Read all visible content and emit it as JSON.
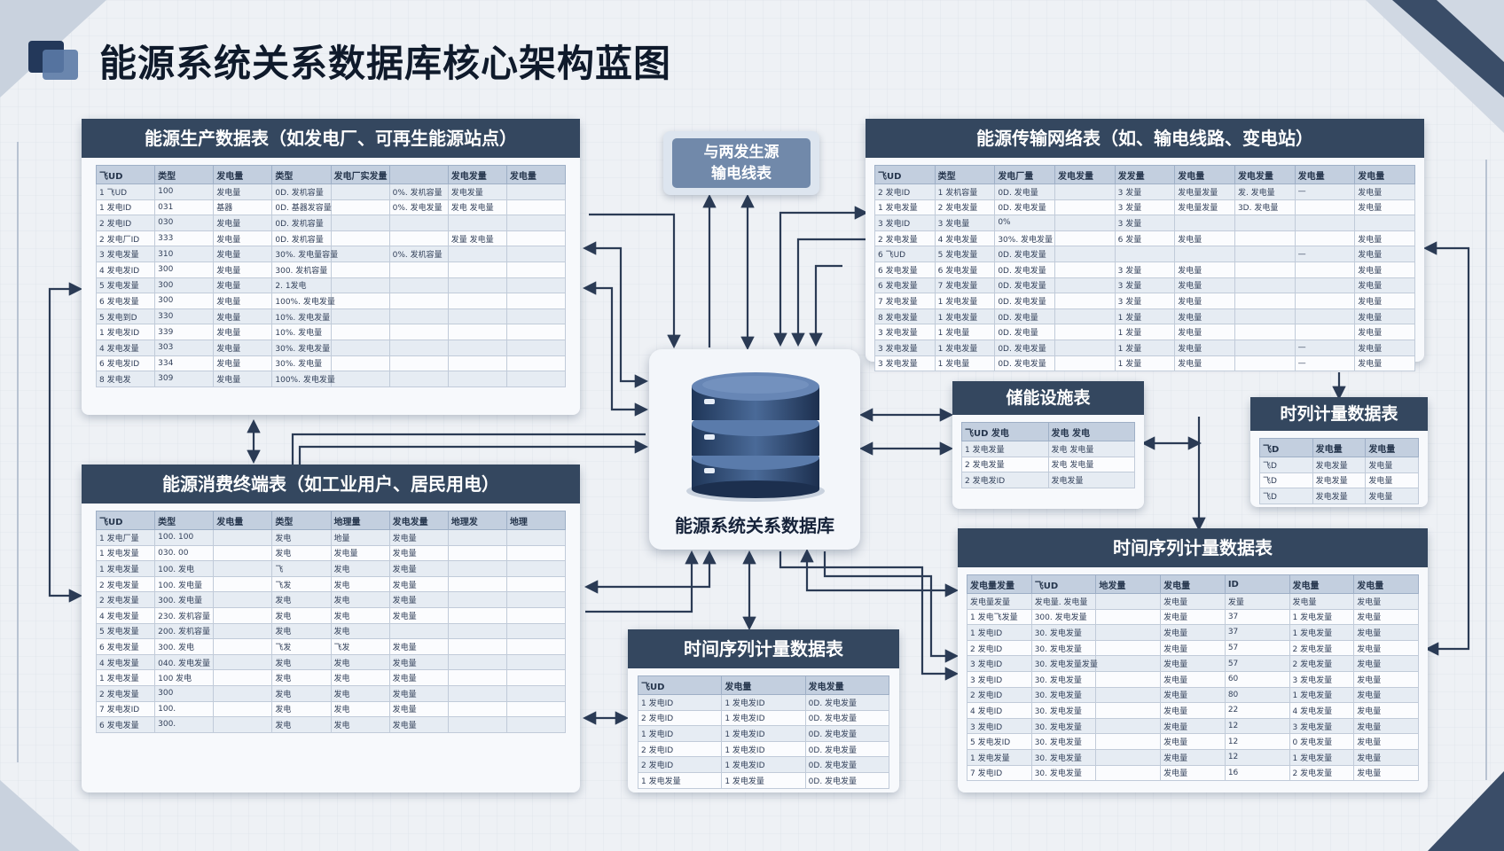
{
  "title": "能源系统关系数据库核心架构蓝图",
  "center": {
    "label": "能源系统关系数据库"
  },
  "tag": {
    "line1": "与两发生源",
    "line2": "输电线表"
  },
  "panels": {
    "production": {
      "title": "能源生产数据表（如发电厂、可再生能源站点）",
      "headers": [
        "飞UD",
        "类型",
        "发电量",
        "类型",
        "发电厂实发量",
        "",
        "发电发量",
        "发电量"
      ],
      "rows": [
        [
          "1 飞UD",
          "100",
          "发电量",
          "0D. 发机容量",
          "",
          "0%. 发机容量",
          "发电发量"
        ],
        [
          "1 发电ID",
          "031",
          "基器",
          "0D. 基器发容量",
          "",
          "0%. 发电发量",
          "发电 发电量"
        ],
        [
          "2 发电ID",
          "030",
          "发电量",
          "0D. 发机容量",
          "",
          "",
          ""
        ],
        [
          "2 发电厂ID",
          "333",
          "发电量",
          "0D. 发机容量",
          "",
          "",
          "发量 发电量"
        ],
        [
          "3 发电发量",
          "310",
          "发电量",
          "30%. 发电量容量",
          "",
          "0%. 发机容量",
          ""
        ],
        [
          "4 发电发ID",
          "300",
          "发电量",
          "300. 发机容量",
          "",
          "",
          ""
        ],
        [
          "5 发电发量",
          "300",
          "发电量",
          "2. 1发电",
          "",
          "",
          ""
        ],
        [
          "6 发电发量",
          "300",
          "发电量",
          "100%. 发电发量",
          "",
          "",
          ""
        ],
        [
          "5 发电到D",
          "330",
          "发电量",
          "10%. 发电发量",
          "",
          "",
          ""
        ],
        [
          "1 发电发ID",
          "339",
          "发电量",
          "10%. 发电量",
          "",
          "",
          ""
        ],
        [
          "4 发电发量",
          "303",
          "发电量",
          "30%. 发电发量",
          "",
          "",
          ""
        ],
        [
          "6 发电发ID",
          "334",
          "发电量",
          "30%. 发电量",
          "",
          "",
          ""
        ],
        [
          "8 发电发",
          "309",
          "发电量",
          "100%. 发电发量",
          "",
          "",
          ""
        ]
      ]
    },
    "transmission": {
      "title": "能源传输网络表（如、输电线路、变电站）",
      "headers": [
        "飞UD",
        "类型",
        "发电厂量",
        "发电发量",
        "发发量",
        "发电量",
        "发电发量",
        "发电量",
        "发电量"
      ],
      "rows": [
        [
          "2 发电ID",
          "1 发机容量",
          "0D. 发电量",
          "",
          "3 发量",
          "发电量发量",
          "发. 发电量",
          "—",
          "发电量"
        ],
        [
          "1 发电发量",
          "2 发电发量",
          "0D. 发电发量",
          "",
          "3 发量",
          "发电量发量",
          "3D. 发电量",
          "",
          "发电量"
        ],
        [
          "3 发电ID",
          "3 发电量",
          "0%",
          "",
          "3 发量",
          "",
          "",
          "",
          ""
        ],
        [
          "2 发电发量",
          "4 发电发量",
          "30%. 发电发量",
          "",
          "6 发量",
          "发电量",
          "",
          "",
          "发电量"
        ],
        [
          "6 飞UD",
          "5 发电发量",
          "0D. 发电发量",
          "",
          "",
          "",
          "",
          "—",
          "发电量"
        ],
        [
          "6 发电发量",
          "6 发电发量",
          "0D. 发电发量",
          "",
          "3 发量",
          "发电量",
          "",
          "",
          "发电量"
        ],
        [
          "6 发电发量",
          "7 发电发量",
          "0D. 发电发量",
          "",
          "3 发量",
          "发电量",
          "",
          "",
          "发电量"
        ],
        [
          "7 发电发量",
          "1 发电发量",
          "0D. 发电发量",
          "",
          "3 发量",
          "发电量",
          "",
          "",
          "发电量"
        ],
        [
          "8 发电发量",
          "1 发电发量",
          "0D. 发电量",
          "",
          "1 发量",
          "发电量",
          "",
          "",
          "发电量"
        ],
        [
          "3 发电发量",
          "1 发电量",
          "0D. 发电量",
          "",
          "1 发量",
          "发电量",
          "",
          "",
          "发电量"
        ],
        [
          "3 发电发量",
          "1 发电发量",
          "0D. 发电发量",
          "",
          "1 发量",
          "发电量",
          "",
          "—",
          "发电量"
        ],
        [
          "3 发电发量",
          "1 发电量",
          "0D. 发电发量",
          "",
          "1 发量",
          "发电量",
          "",
          "—",
          "发电量"
        ]
      ]
    },
    "consumption": {
      "title": "能源消费终端表（如工业用户、居民用电）",
      "headers": [
        "飞UD",
        "类型",
        "发电量",
        "类型",
        "地理量",
        "发电发量",
        "地理发",
        "地理"
      ],
      "rows": [
        [
          "1 发电厂量",
          "100. 100",
          "",
          "发电",
          "地量",
          "发电量",
          "",
          ""
        ],
        [
          "1 发电发量",
          "030. 00",
          "",
          "发电",
          "发电量",
          "发电量",
          "",
          ""
        ],
        [
          "1 发电发量",
          "100. 发电",
          "",
          "飞",
          "发电",
          "发电量",
          "",
          ""
        ],
        [
          "2 发电发量",
          "100. 发电量",
          "",
          "飞发",
          "发电",
          "发电量",
          "",
          ""
        ],
        [
          "2 发电发量",
          "300. 发电量",
          "",
          "发电",
          "发电",
          "发电量",
          "",
          ""
        ],
        [
          "4 发电发量",
          "230. 发机容量",
          "",
          "发电",
          "发电",
          "发电量",
          "",
          ""
        ],
        [
          "5 发电发量",
          "200. 发机容量",
          "",
          "发电",
          "发电",
          "",
          "",
          ""
        ],
        [
          "6 发电发量",
          "300. 发电",
          "",
          "飞发",
          "飞发",
          "发电量",
          "",
          ""
        ],
        [
          "4 发电发量",
          "040. 发电发量",
          "",
          "发电",
          "发电",
          "发电量",
          "",
          ""
        ],
        [
          "1 发电发量",
          "100 发电",
          "",
          "发电",
          "发电",
          "发电量",
          "",
          ""
        ],
        [
          "2 发电发量",
          "300",
          "",
          "发电",
          "发电",
          "发电量",
          "",
          ""
        ],
        [
          "7 发电发ID",
          "100.",
          "",
          "发电",
          "发电",
          "发电量",
          "",
          ""
        ],
        [
          "6 发电发量",
          "300.",
          "",
          "发电",
          "发电",
          "发电量",
          "",
          ""
        ]
      ]
    },
    "storage": {
      "title": "储能设施表",
      "headers": [
        "飞UD 发电",
        "发电 发电"
      ],
      "rows": [
        [
          "1 发电发量",
          "发电 发电量"
        ],
        [
          "2 发电发量",
          "发电 发电量"
        ],
        [
          "2 发电发ID",
          "发电发量"
        ]
      ]
    },
    "metering_small": {
      "title": "时列计量数据表",
      "headers": [
        "飞D",
        "发电量",
        "发电量"
      ],
      "rows": [
        [
          "飞D",
          "发电发量",
          "发电量"
        ],
        [
          "飞D",
          "发电发量",
          "发电量"
        ],
        [
          "飞D",
          "发电发量",
          "发电量"
        ]
      ]
    },
    "timeseries_mid": {
      "title": "时间序列计量数据表",
      "headers": [
        "飞UD",
        "发电量",
        "发电发量"
      ],
      "rows": [
        [
          "1 发电ID",
          "1 发电发ID",
          "0D. 发电发量"
        ],
        [
          "2 发电ID",
          "1 发电发ID",
          "0D. 发电发量"
        ],
        [
          "1 发电ID",
          "1 发电发ID",
          "0D. 发电发量"
        ],
        [
          "2 发电ID",
          "1 发电发ID",
          "0D. 发电发量"
        ],
        [
          "2 发电ID",
          "1 发电发ID",
          "0D. 发电发量"
        ],
        [
          "1 发电发量",
          "1 发电发量",
          "0D. 发电发量"
        ]
      ]
    },
    "timeseries_big": {
      "title": "时间序列计量数据表",
      "headers": [
        "发电量发量",
        "飞UD",
        "地发量",
        "发电量",
        "ID",
        "发电量",
        "发电量"
      ],
      "rows": [
        [
          "发电量发量",
          "发电量. 发电量",
          "",
          "发电量",
          "发量",
          "发电量",
          "发电量"
        ],
        [
          "1 发电飞发量",
          "300. 发电发量",
          "",
          "发电量",
          "37",
          "1 发电发量",
          "发电量"
        ],
        [
          "1 发电ID",
          "30. 发电发量",
          "",
          "发电量",
          "37",
          "1 发电发量",
          "发电量"
        ],
        [
          "2 发电ID",
          "30. 发电发量",
          "",
          "发电量",
          "57",
          "2 发电发量",
          "发电量"
        ],
        [
          "3 发电ID",
          "30. 发电发量发量",
          "",
          "发电量",
          "57",
          "2 发电发量",
          "发电量"
        ],
        [
          "3 发电ID",
          "30. 发电发量",
          "",
          "发电量",
          "60",
          "3 发电发量",
          "发电量"
        ],
        [
          "2 发电ID",
          "30. 发电发量",
          "",
          "发电量",
          "80",
          "1 发电发量",
          "发电量"
        ],
        [
          "4 发电ID",
          "30. 发电发量",
          "",
          "发电量",
          "22",
          "4 发电发量",
          "发电量"
        ],
        [
          "3 发电ID",
          "30. 发电发量",
          "",
          "发电量",
          "12",
          "3 发电发量",
          "发电量"
        ],
        [
          "5 发电发ID",
          "30. 发电发量",
          "",
          "发电量",
          "12",
          "0 发电发量",
          "发电量"
        ],
        [
          "1 发电发量",
          "30. 发电发量",
          "",
          "发电量",
          "12",
          "1 发电发量",
          "发电量"
        ],
        [
          "7 发电ID",
          "30. 发电发量",
          "",
          "发电量",
          "16",
          "2 发电发量",
          "发电量"
        ]
      ]
    }
  },
  "colors": {
    "accent": "#34475f",
    "table_header": "#c3cfdf",
    "background": "#eef1f5",
    "arrow": "#2b3b55"
  }
}
